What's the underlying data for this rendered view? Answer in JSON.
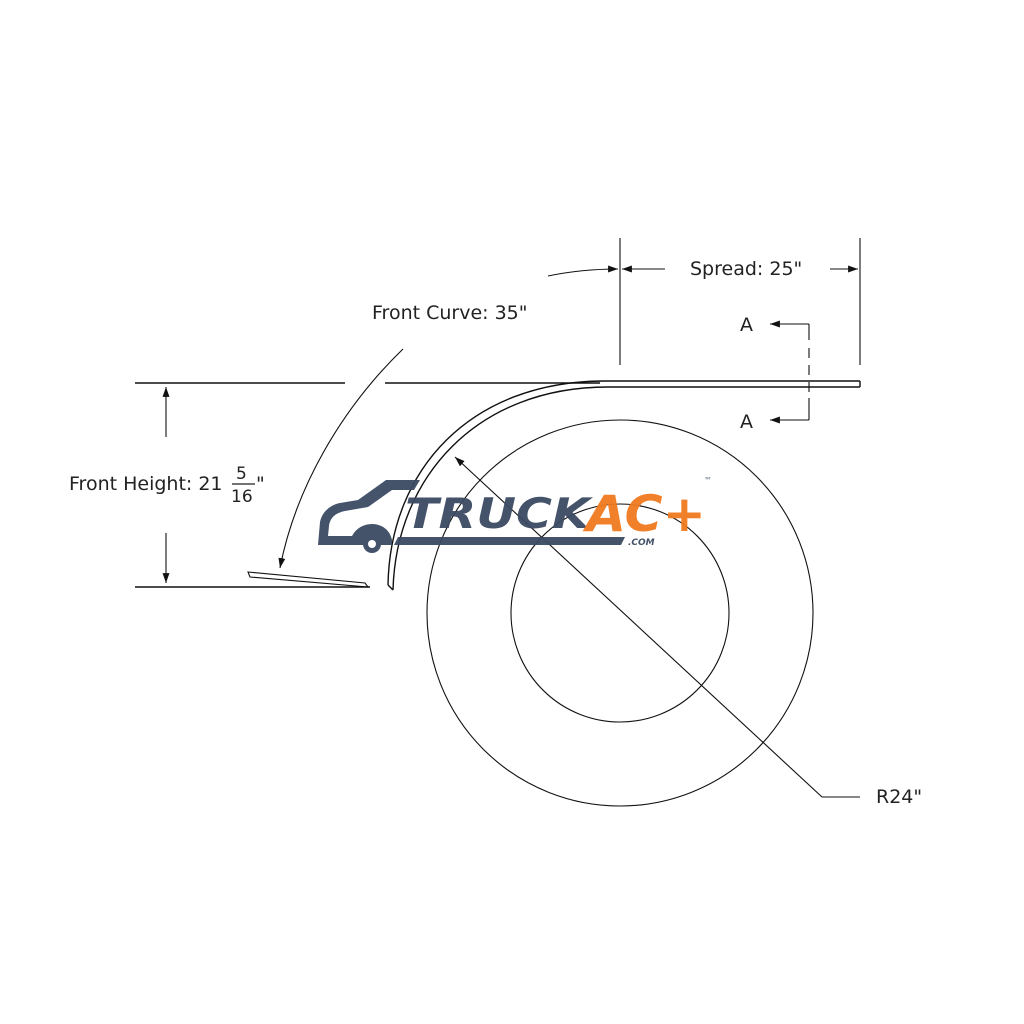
{
  "labels": {
    "spread": "Spread: 25\"",
    "front_curve": "Front Curve: 35\"",
    "front_height_main": "Front Height: 21",
    "front_height_num": "5",
    "front_height_den": "16",
    "front_height_unit": "\"",
    "radius": "R24\"",
    "section_top": "A",
    "section_bottom": "A"
  },
  "watermark": {
    "brand_truck": "TRUCK",
    "brand_ac": "AC+",
    "brand_com": ".COM",
    "trademark": "™",
    "colors": {
      "navy": "#3b4a63",
      "orange": "#f07a1e"
    }
  },
  "colors": {
    "line": "#111111",
    "text": "#222222",
    "background": "#ffffff"
  }
}
